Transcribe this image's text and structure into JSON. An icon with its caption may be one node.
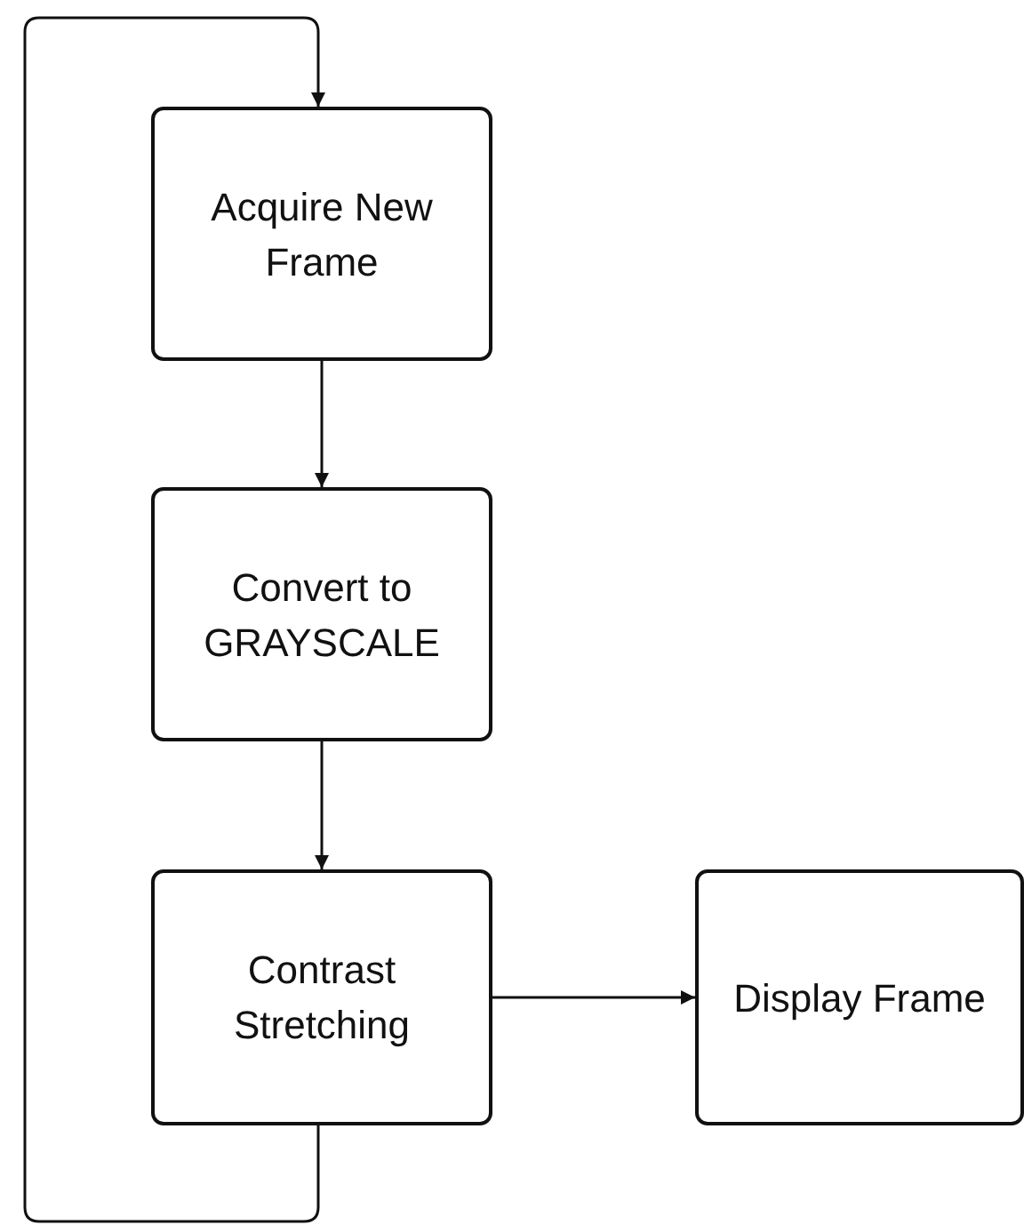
{
  "diagram": {
    "nodes": [
      {
        "text": [
          "Acquire New Frame"
        ]
      },
      {
        "text": [
          "Convert to GRAYSCALE"
        ]
      },
      {
        "text": [
          "Contrast Stretching"
        ]
      },
      {
        "text": [
          "Display Frame"
        ]
      }
    ],
    "edges": [
      {
        "from": 0,
        "to": 1,
        "arrow": "to"
      },
      {
        "from": 1,
        "to": 2,
        "arrow": "to"
      },
      {
        "from": 2,
        "to": 3,
        "arrow": "to"
      },
      {
        "from": 2,
        "to": 0,
        "arrow": "to"
      }
    ]
  }
}
